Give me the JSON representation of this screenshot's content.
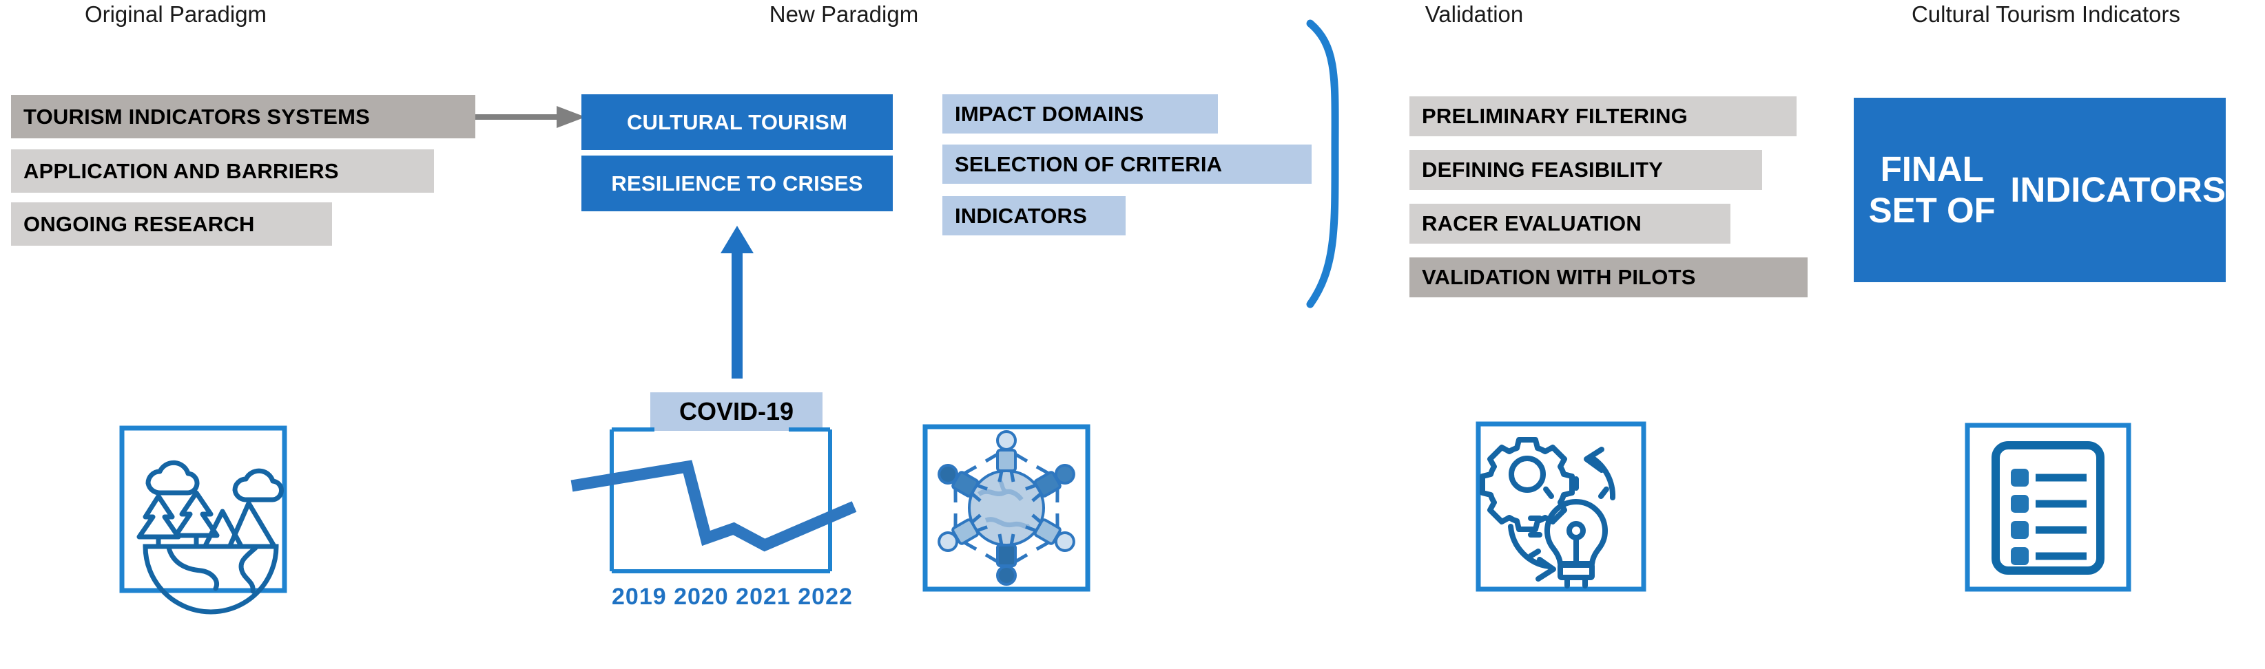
{
  "columns": [
    {
      "id": "original-paradigm",
      "title": "Original Paradigm"
    },
    {
      "id": "new-paradigm",
      "title": "New Paradigm"
    },
    {
      "id": "validation",
      "title": "Validation"
    },
    {
      "id": "cultural-tourism-indicators",
      "title": "Cultural Tourism Indicators"
    }
  ],
  "original_paradigm": {
    "boxes": [
      {
        "label": "TOURISM INDICATORS SYSTEMS",
        "style": "dark-grey"
      },
      {
        "label": "APPLICATION AND BARRIERS",
        "style": "light-grey"
      },
      {
        "label": "ONGOING RESEARCH",
        "style": "light-grey"
      }
    ],
    "icon": "nature-globe-icon"
  },
  "new_paradigm": {
    "primary_boxes": [
      {
        "label": "CULTURAL TOURISM",
        "style": "blue"
      },
      {
        "label": "RESILIENCE TO CRISES",
        "style": "blue"
      }
    ],
    "secondary_boxes": [
      {
        "label": "IMPACT DOMAINS",
        "style": "lightblue"
      },
      {
        "label": "SELECTION OF CRITERIA",
        "style": "lightblue"
      },
      {
        "label": "INDICATORS",
        "style": "lightblue"
      }
    ],
    "covid_label": "COVID-19",
    "icon": "children-globe-icon"
  },
  "validation": {
    "boxes": [
      {
        "label": "PRELIMINARY FILTERING",
        "style": "light-grey"
      },
      {
        "label": "DEFINING FEASIBILITY",
        "style": "light-grey"
      },
      {
        "label": "RACER EVALUATION",
        "style": "light-grey"
      },
      {
        "label": "VALIDATION WITH PILOTS",
        "style": "dark-grey"
      }
    ],
    "icon": "gear-lightbulb-icon",
    "brace": "curly-brace"
  },
  "result": {
    "label_line1": "FINAL SET OF",
    "label_line2": "INDICATORS",
    "icon": "checklist-document-icon"
  },
  "chart_data": {
    "type": "line",
    "title": "COVID-19",
    "categories": [
      "2019",
      "2020",
      "2021",
      "2022"
    ],
    "x_tick_labels": [
      "2019",
      "2020",
      "2021",
      "2022"
    ],
    "values": [
      86,
      88,
      30,
      36,
      26,
      56
    ],
    "xlabel": "",
    "ylabel": "",
    "grid": false,
    "legend": false,
    "annotation": "COVID-19",
    "series_color": "#1f72c3",
    "axis_color": "#1f72c3"
  },
  "colors": {
    "accent_blue": "#1f72c3",
    "light_blue": "#b6cbe6",
    "dark_grey": "#b2aeab",
    "light_grey": "#d2d0cf",
    "arrow_grey": "#808080",
    "text_dark": "#1a1a1a",
    "white": "#ffffff"
  }
}
